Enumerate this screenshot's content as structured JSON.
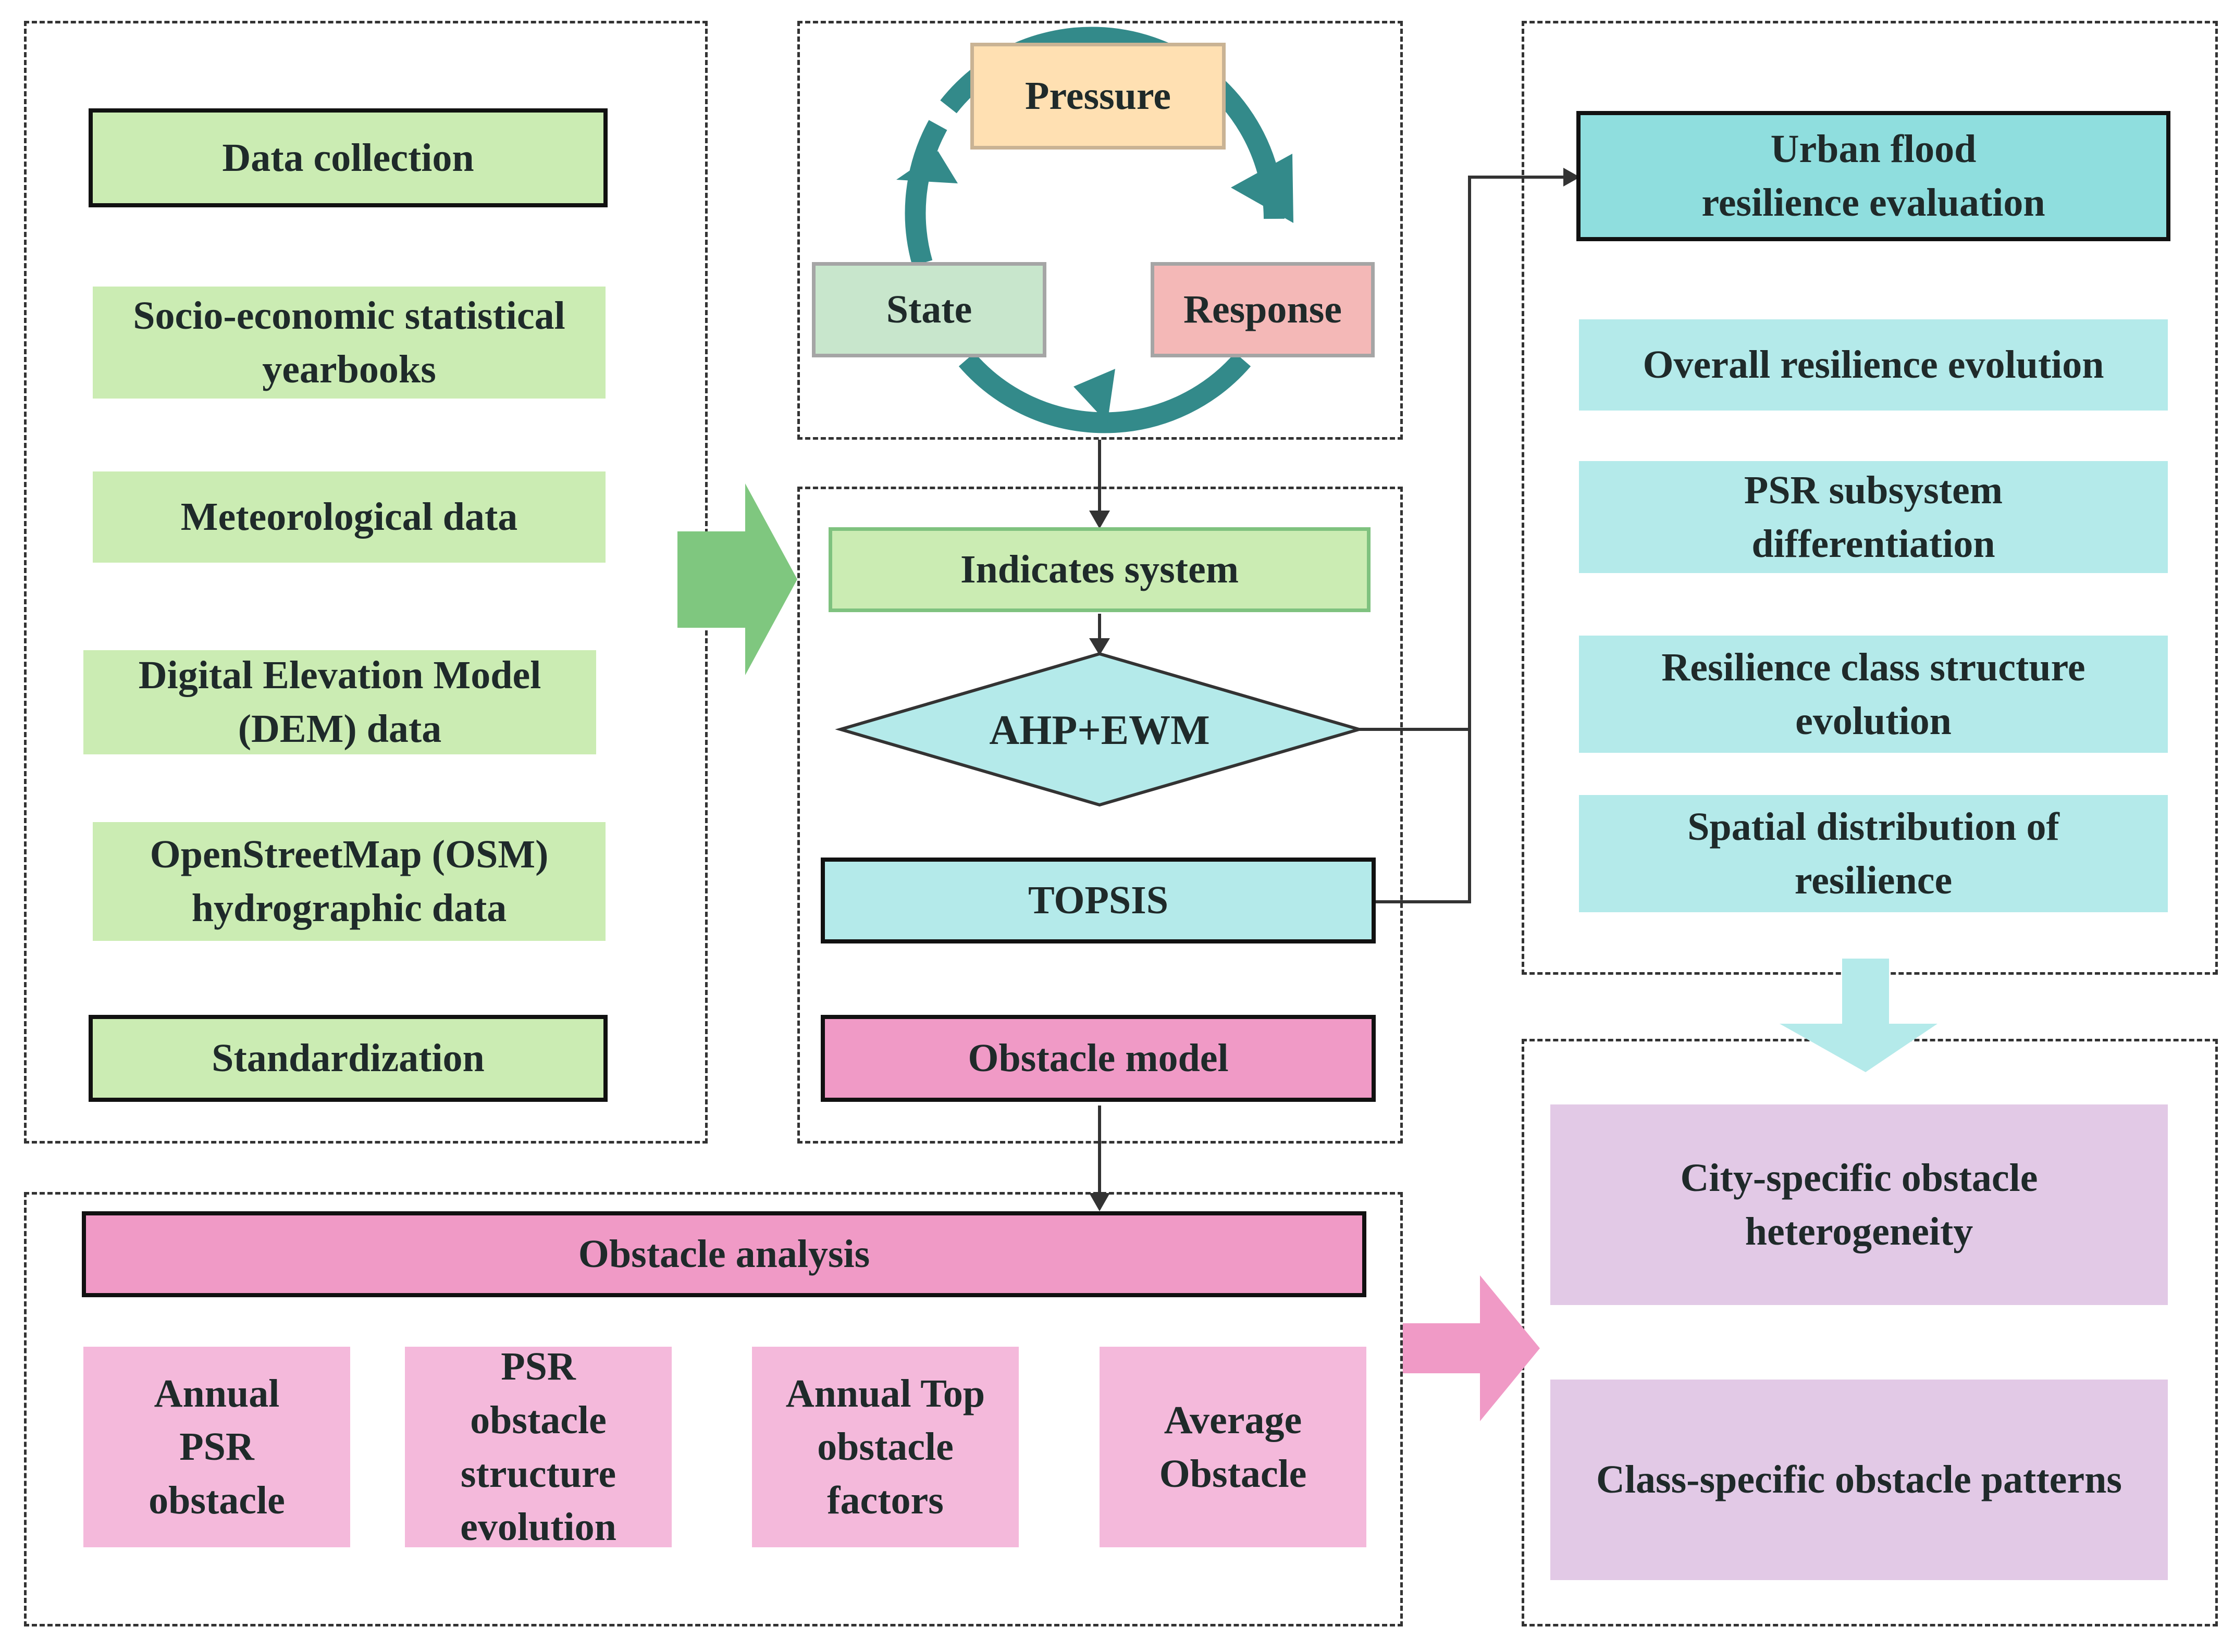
{
  "colors": {
    "green_box": "#cbecb3",
    "cyan_box": "#8fdede",
    "cyan_light_box": "#b4eaea",
    "pink_box": "#f09ac6",
    "pink_light_box": "#f4b9db",
    "lavender_box": "#e2c9e6",
    "pressure_box": "#ffe0b2",
    "state_box": "#c8e6cc",
    "response_box": "#f4b8b7",
    "cycle_arrow": "#338a8a",
    "green_arrow": "#7fc77f",
    "pink_arrow": "#f09ac6",
    "cyan_arrow": "#b4eaea"
  },
  "data_panel": {
    "items": [
      "Data collection",
      "Socio-economic statistical\nyearbooks",
      "Meteorological data",
      "Digital Elevation Model\n(DEM) data",
      "OpenStreetMap (OSM)\nhydrographic data",
      "Standardization"
    ]
  },
  "psr_cycle": {
    "pressure": "Pressure",
    "state": "State",
    "response": "Response"
  },
  "method_panel": {
    "indicator_system": "Indicates system",
    "weighting": "AHP+EWM",
    "topsis": "TOPSIS",
    "obstacle_model": "Obstacle model"
  },
  "evaluation_panel": {
    "title": "Urban flood\nresilience evaluation",
    "items": [
      "Overall resilience evolution",
      "PSR subsystem\ndifferentiation",
      "Resilience class structure\nevolution",
      "Spatial distribution of\nresilience"
    ]
  },
  "obstacle_panel": {
    "title": "Obstacle analysis",
    "items": [
      "Annual\nPSR\nobstacle",
      "PSR\nobstacle\nstructure\nevolution",
      "Annual Top\nobstacle\nfactors",
      "Average\nObstacle"
    ]
  },
  "heterogeneity_panel": {
    "items": [
      "City-specific obstacle\nheterogeneity",
      "Class-specific obstacle patterns"
    ]
  }
}
